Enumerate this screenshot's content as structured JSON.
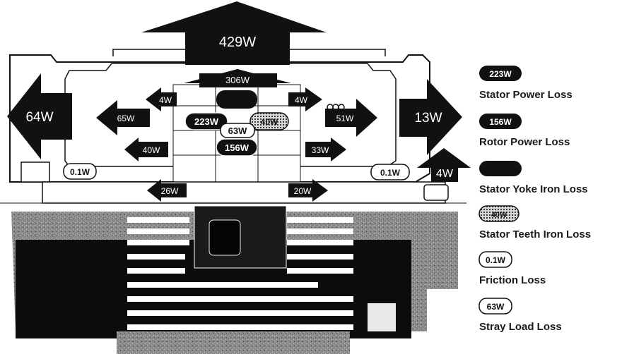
{
  "arrows": {
    "top": "429W",
    "left_outer": "64W",
    "right_outer": "13W",
    "right_small": "4W",
    "inner_top": "306W",
    "inner_left_4w": "4W",
    "inner_right_4w": "4W",
    "left_65": "65W",
    "right_51": "51W",
    "left_40": "40W",
    "right_33": "33W",
    "left_26": "26W",
    "right_20": "20W"
  },
  "pills": {
    "stator_power": "223W",
    "stray_load": "63W",
    "rotor_power": "156W",
    "teeth": "40W",
    "friction_left": "0.1W",
    "friction_right": "0.1W"
  },
  "legend": [
    {
      "badge": "223W",
      "label": "Stator Power Loss",
      "style": "dark"
    },
    {
      "badge": "156W",
      "label": "Rotor Power Loss",
      "style": "dark"
    },
    {
      "badge": "",
      "label": "Stator Yoke Iron Loss",
      "style": "solid"
    },
    {
      "badge": "40W",
      "label": "Stator Teeth Iron Loss",
      "style": "hatched"
    },
    {
      "badge": "0.1W",
      "label": "Friction Loss",
      "style": "outline"
    },
    {
      "badge": "63W",
      "label": "Stray Load Loss",
      "style": "outline"
    }
  ],
  "colors": {
    "ink": "#111111",
    "paper": "#ffffff",
    "grey": "#6e6e6e"
  }
}
